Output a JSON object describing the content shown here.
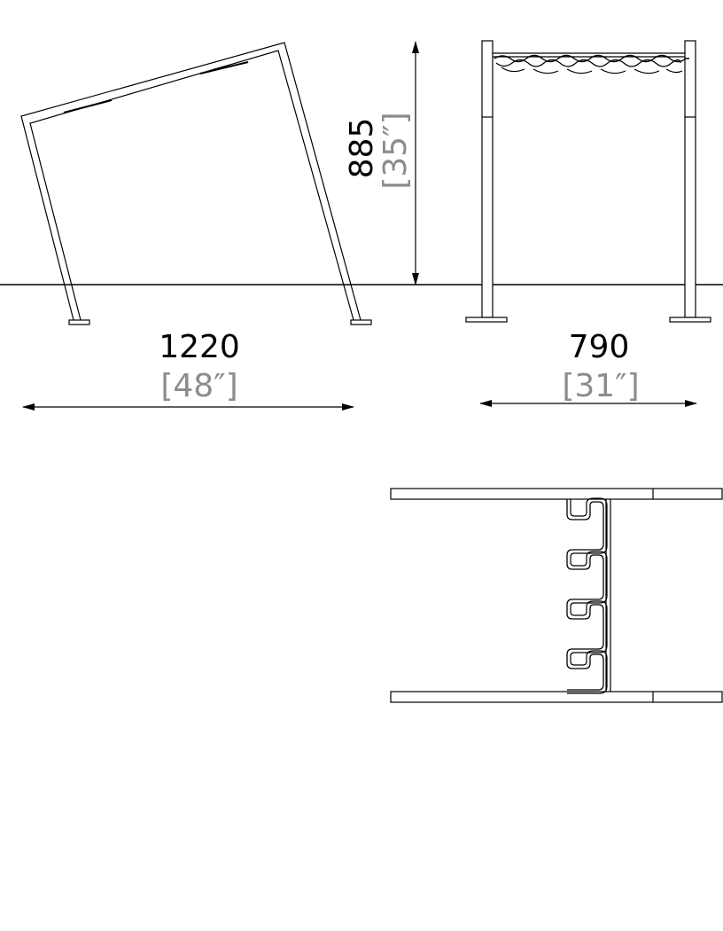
{
  "dimensions": {
    "width_mm": "1220",
    "width_in": "[48″]",
    "height_mm": "885",
    "height_in": "[35″]",
    "depth_mm": "790",
    "depth_in": "[31″]"
  },
  "colors": {
    "line": "#000000",
    "imperial_text": "#8c8c8c",
    "background": "#ffffff"
  }
}
